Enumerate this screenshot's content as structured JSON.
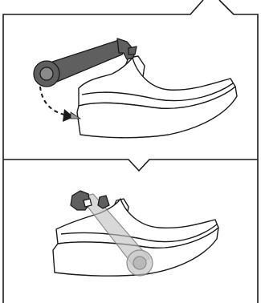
{
  "figure": {
    "panels": [
      {
        "id": "step-1",
        "description_visible": false
      },
      {
        "id": "step-2",
        "description_visible": false
      }
    ],
    "colors": {
      "outline": "#1a1a1a",
      "tool_dark": "#5f5f5f",
      "tool_light": "#c2c2c2",
      "part_fill": "#ffffff",
      "background": "#ffffff",
      "arrow": "#1a1a1a"
    },
    "arrow_style": "dashed-curved",
    "icons": [
      "tool-arm",
      "curved-part",
      "rotation-arrow"
    ]
  }
}
